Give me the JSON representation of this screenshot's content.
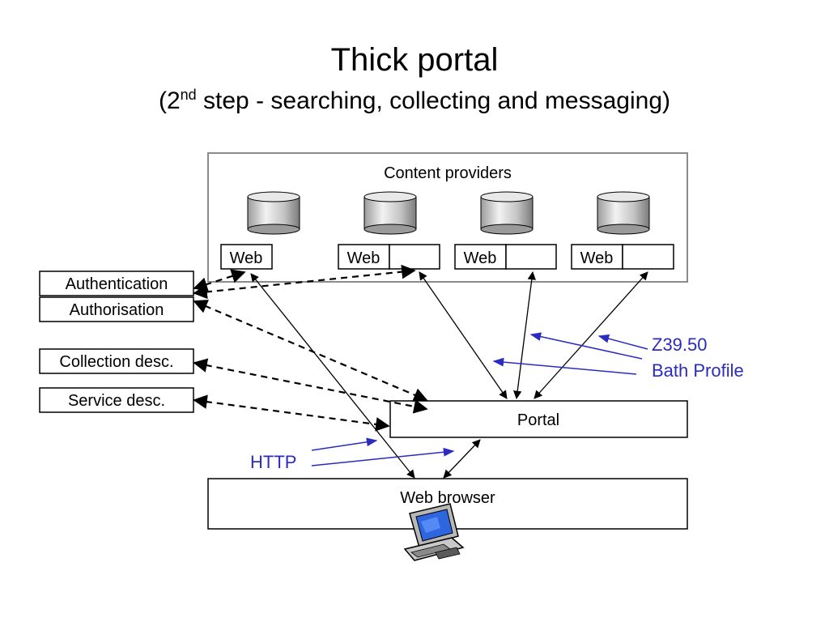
{
  "title": "Thick portal",
  "subtitle": {
    "prefix": "(2",
    "sup": "nd",
    "rest": " step - searching, collecting and messaging)"
  },
  "diagram": {
    "providers_label": "Content providers",
    "web_label": "Web",
    "side_boxes": {
      "authentication": "Authentication",
      "authorisation": "Authorisation",
      "collection": "Collection desc.",
      "service": "Service desc."
    },
    "portal": "Portal",
    "browser": "Web browser",
    "protocols": {
      "z3950": "Z39.50",
      "bath": "Bath Profile",
      "http": "HTTP"
    },
    "colors": {
      "protocol_blue": "#2b2bc0",
      "frame_gray": "#8c8c8c"
    }
  }
}
